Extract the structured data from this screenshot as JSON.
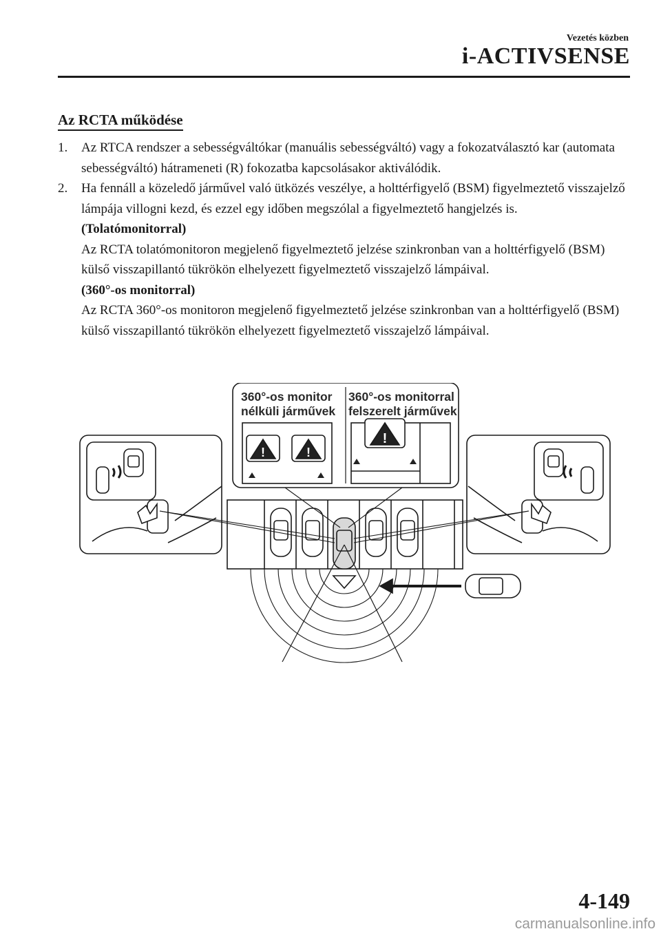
{
  "header": {
    "section": "Vezetés közben",
    "title": "i-ACTIVSENSE"
  },
  "content": {
    "heading": "Az RCTA működése",
    "items": [
      {
        "num": "1.",
        "text": "Az RTCA rendszer a sebességváltókar (manuális sebességváltó) vagy a fokozatválasztó kar (automata sebességváltó) hátrameneti (R) fokozatba kapcsolásakor aktiválódik."
      },
      {
        "num": "2.",
        "text": "Ha fennáll a közeledő járművel való ütközés veszélye, a holttérfigyelő (BSM) figyelmeztető visszajelző lámpája villogni kezd, és ezzel egy időben megszólal a figyelmeztető hangjelzés is.",
        "sub": [
          {
            "heading": "(Tolatómonitorral)",
            "text": "Az RCTA tolatómonitoron megjelenő figyelmeztető jelzése szinkronban van a holttérfigyelő (BSM) külső visszapillantó tükrökön elhelyezett figyelmeztető visszajelző lámpáival."
          },
          {
            "heading": "(360°-os monitorral)",
            "text": "Az RCTA 360°-os monitoron megjelenő figyelmeztető jelzése szinkronban van a holttérfigyelő (BSM) külső visszapillantó tükrökön elhelyezett figyelmeztető visszajelző lámpáival."
          }
        ]
      }
    ]
  },
  "diagram": {
    "label_left_line1": "360°-os monitor",
    "label_left_line2": "nélküli járművek",
    "label_right_line1": "360°-os monitorral",
    "label_right_line2": "felszerelt járművek",
    "warning_glyph": "!",
    "icons": [
      "warning-triangle-icon",
      "mirror-indicator-icon",
      "car-icon",
      "arrow-icon"
    ]
  },
  "footer": {
    "page_number": "4-149",
    "watermark": "carmanualsonline.info"
  }
}
